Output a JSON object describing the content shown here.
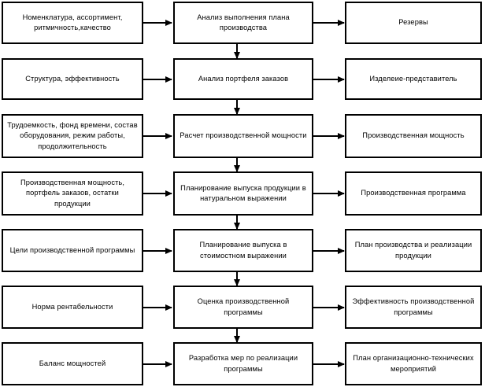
{
  "diagram": {
    "type": "flowchart",
    "title": "",
    "columns": [
      "inputs",
      "processes",
      "outputs"
    ],
    "rows": [
      {
        "input": "Номенклатура, ассортимент, ритмичность,качество",
        "process": "Анализ выполнения плана производства",
        "output": "Резервы"
      },
      {
        "input": "Структура, эффективность",
        "process": "Анализ портфеля заказов",
        "output": "Изделеие-представитель"
      },
      {
        "input": "Трудоемкость, фонд времени, состав оборудования, режим работы, продолжительность",
        "process": "Расчет производственной мощности",
        "output": "Производственная мощность"
      },
      {
        "input": "Производственная мощность, портфель заказов, остатки продукции",
        "process": "Планирование выпуска продукции в натуральном выражении",
        "output": "Производственная программа"
      },
      {
        "input": "Цели производственной программы",
        "process": "Планирование выпуска в стоимостном выражении",
        "output": "План производства и реализации продукции"
      },
      {
        "input": "Норма рентабельности",
        "process": "Оценка производственной программы",
        "output": "Эффективность производственной программы"
      },
      {
        "input": "Баланс мощностей",
        "process": "Разработка мер по реализации программы",
        "output": "План организационно-технических мероприятий"
      }
    ],
    "colors": {
      "border": "#000000",
      "background": "#ffffff",
      "text": "#000000",
      "arrow": "#000000"
    }
  }
}
